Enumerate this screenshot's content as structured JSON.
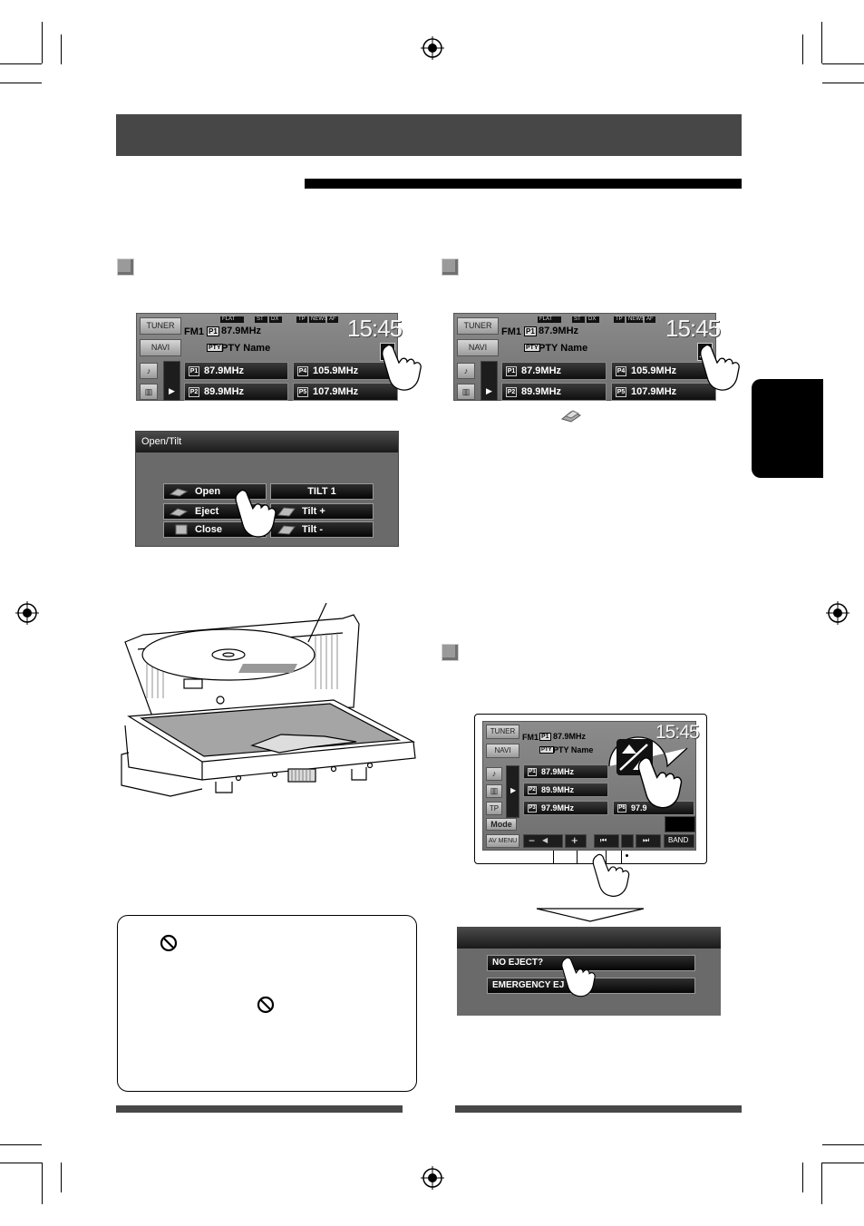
{
  "tuner": {
    "tuner_btn": "TUNER",
    "navi_btn": "NAVI",
    "band": "FM1",
    "preset_num": "P1",
    "frequency": "87.9MHz",
    "pty_icon": "PTY",
    "pty_name": "PTY Name",
    "clock": "15:45",
    "indicators": [
      "FLAT",
      "ST",
      "DX",
      "TP",
      "NEWS",
      "AF"
    ],
    "presets": [
      {
        "num": "P1",
        "freq": "87.9MHz"
      },
      {
        "num": "P4",
        "freq": "105.9MHz"
      },
      {
        "num": "P2",
        "freq": "89.9MHz"
      },
      {
        "num": "P5",
        "freq": "107.9MHz"
      }
    ]
  },
  "open_tilt": {
    "title": "Open/Tilt",
    "open": "Open",
    "eject": "Eject",
    "close": "Close",
    "tilt1": "TILT 1",
    "tilt_plus": "Tilt +",
    "tilt_minus": "Tilt -"
  },
  "tuner3": {
    "tuner_btn": "TUNER",
    "navi_btn": "NAVI",
    "band": "FM1",
    "preset_num": "P1",
    "frequency": "87.9MHz",
    "pty_icon": "PTY",
    "pty_name": "PTY Name",
    "clock": "15:45",
    "tp": "TP",
    "presets": [
      {
        "num": "P1",
        "freq": "87.9MHz"
      },
      {
        "num": "P2",
        "freq": "89.9MHz"
      },
      {
        "num": "P3",
        "freq": "97.9MHz"
      },
      {
        "num": "P6",
        "freq": "97.9"
      }
    ],
    "mode_btn": "Mode",
    "avmenu_btn": "AV MENU",
    "band_btn": "BAND"
  },
  "eject_menu": {
    "no_eject": "NO EJECT?",
    "emergency": "EMERGENCY EJ"
  },
  "icons": [
    "eject-tilt-icon",
    "disc-eject-icon",
    "prohibited-icon",
    "hand-pointer-icon"
  ]
}
